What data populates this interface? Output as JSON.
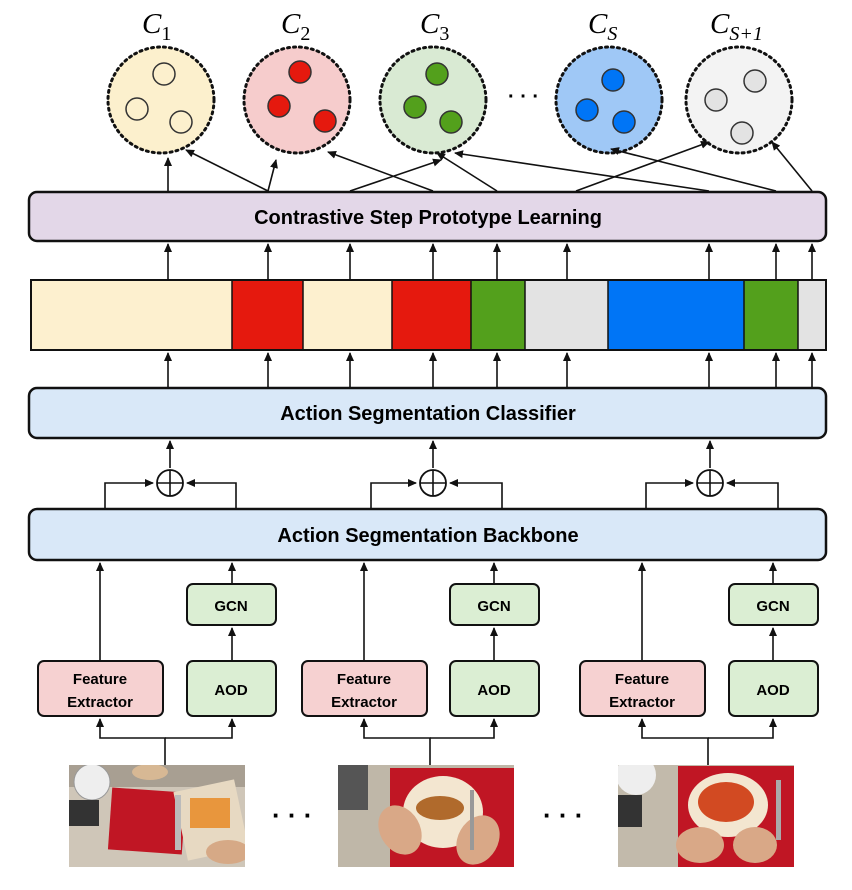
{
  "clusters": [
    {
      "base": "C",
      "sub": "1",
      "fill": "#fcf0cd",
      "dot": "#fcf0cd"
    },
    {
      "base": "C",
      "sub": "2",
      "fill": "#f6cccc",
      "dot": "#e5190e"
    },
    {
      "base": "C",
      "sub": "3",
      "fill": "#d9ead3",
      "dot": "#53a01c"
    },
    {
      "base": "C",
      "sub": "S",
      "fill": "#9fc8f6",
      "dot": "#0075f6"
    },
    {
      "base": "C",
      "sub": "S+1",
      "fill": "#f3f3f3",
      "dot": "#e3e3e3"
    }
  ],
  "cluster_ellipsis": "· · ·",
  "contrastive_label": "Contrastive Step Prototype Learning",
  "segments": [
    "#fdf0cf",
    "#e5190e",
    "#fdf0cf",
    "#e5190e",
    "#53a01c",
    "#e3e3e3",
    "#0075f6",
    "#53a01c",
    "#e3e3e3"
  ],
  "classifier_label": "Action Segmentation Classifier",
  "backbone_label": "Action Segmentation Backbone",
  "gcn_label": "GCN",
  "aod_label": "AOD",
  "fe_label_line1": "Feature",
  "fe_label_line2": "Extractor",
  "frame_ellipsis": "· · ·",
  "colors": {
    "prototype_box": "#e3d7e8",
    "classifier_box": "#d9e8f8",
    "feature_box": "#f6d1d1",
    "aod_box": "#dbeed3",
    "stroke": "#111111"
  }
}
